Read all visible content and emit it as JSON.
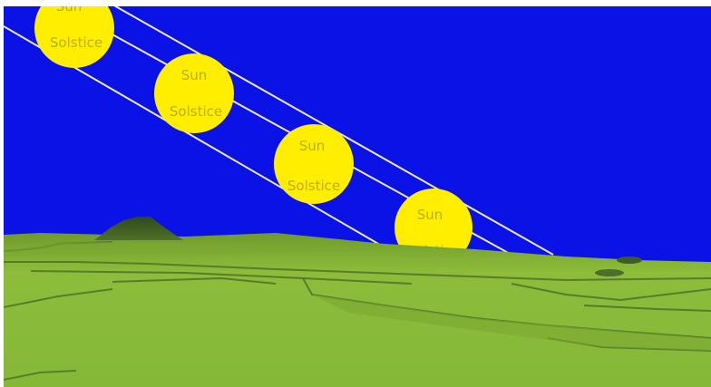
{
  "scene": {
    "sky_color": "#0a12e6",
    "ground_color": "#86b838",
    "sun_color": "#ffee00",
    "path_line_color": "#e8e8c0"
  },
  "suns": [
    {
      "label_top": "Sun",
      "label_bottom": "Solstice"
    },
    {
      "label_top": "Sun",
      "label_bottom": "Solstice"
    },
    {
      "label_top": "Sun",
      "label_bottom": "Solstice"
    },
    {
      "label_top": "Sun",
      "label_bottom": "Solstice"
    }
  ]
}
